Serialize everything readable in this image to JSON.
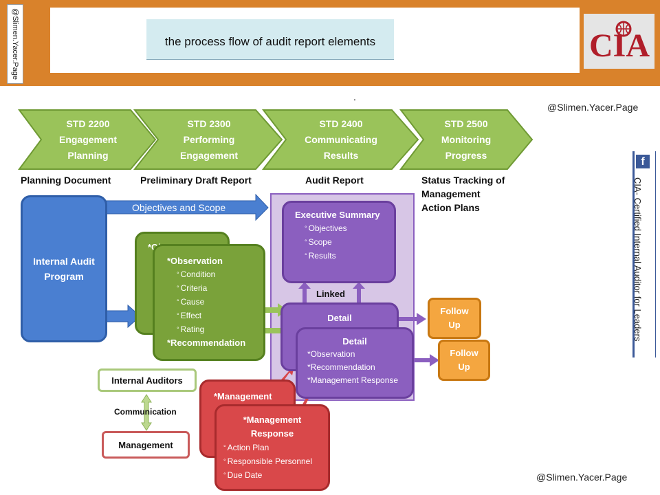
{
  "header": {
    "title": "the process flow of audit report elements",
    "side_watermark": "@Slimen.Yacer.Page",
    "logo_text": "CIA"
  },
  "watermarks": {
    "top_right": "@Slimen.Yacer.Page",
    "bottom_right": "@Slimen.Yacer.Page",
    "facebook_icon": "f",
    "facebook_label": "CIA- Certified Internal Auditor for Leaders",
    "dot": "."
  },
  "stages": [
    {
      "label": "STD 2200\nEngagement\nPlanning",
      "output": "Planning Document"
    },
    {
      "label": "STD 2300\nPerforming\nEngagement",
      "output": "Preliminary Draft Report"
    },
    {
      "label": "STD 2400\nCommunicating\nResults",
      "output": "Audit Report"
    },
    {
      "label": "STD 2500\nMonitoring\nProgress",
      "output": "Status Tracking of\nManagement\nAction Plans"
    }
  ],
  "flow": {
    "objectives_arrow": "Objectives and Scope",
    "internal_audit_program": "Internal Audit\nProgram",
    "observation_back_title": "*Ob",
    "observation": {
      "title": "*Observation",
      "items": [
        "Condition",
        "Criteria",
        "Cause",
        "Effect",
        "Rating"
      ],
      "footer": "*Recommendation"
    },
    "executive_summary": {
      "title": "Executive Summary",
      "items": [
        "Objectives",
        "Scope",
        "Results"
      ]
    },
    "linked": "Linked",
    "detail_back": "Detail",
    "detail": {
      "title": "Detail",
      "items": [
        "*Observation",
        "*Recommendation",
        "*Management Response"
      ]
    },
    "follow_up": "Follow\nUp",
    "internal_auditors": "Internal Auditors",
    "communication": "Communication",
    "management": "Management",
    "management_response_back": "*Management",
    "management_response": {
      "title": "*Management\nResponse",
      "items": [
        "Action Plan",
        "Responsible Personnel",
        "Due Date"
      ]
    }
  },
  "colors": {
    "orange_band": "#d9822b",
    "chevron_green": "#9ac35a",
    "program_blue": "#4a7fd1",
    "observation_green": "#7aa23a",
    "report_purple": "#8b5fbf",
    "follow_orange": "#f4a640",
    "response_red": "#d9484a"
  }
}
